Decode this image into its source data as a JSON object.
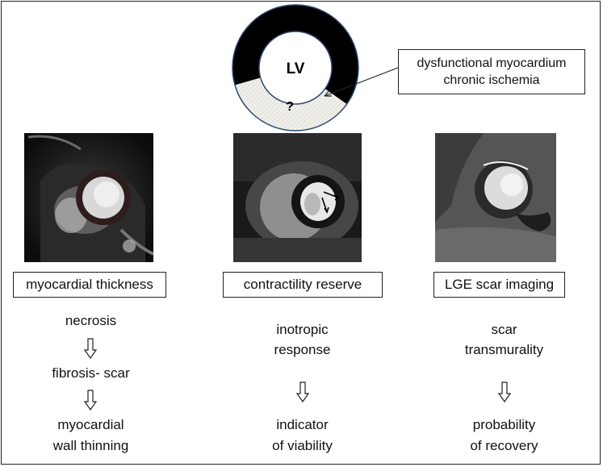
{
  "diagram": {
    "center_label": "LV",
    "segment_label": "?",
    "callout": {
      "line1": "dysfunctional myocardium",
      "line2": "chronic ischemia"
    }
  },
  "columns": [
    {
      "image": "cine-mri-short-axis",
      "box_label": "myocardial thickness",
      "step1": "necrosis",
      "step2": "fibrosis- scar",
      "result_line1": "myocardial",
      "result_line2": "wall thinning"
    },
    {
      "image": "dobutamine-mri-short-axis",
      "box_label": "contractility reserve",
      "step1_line1": "inotropic",
      "step1_line2": "response",
      "result_line1": "indicator",
      "result_line2": "of viability"
    },
    {
      "image": "lge-mri-short-axis",
      "box_label": "LGE scar imaging",
      "step1_line1": "scar",
      "step1_line2": "transmurality",
      "result_line1": "probability",
      "result_line2": "of recovery"
    }
  ],
  "colors": {
    "myocardium": "#000000",
    "dysfunctional_segment": "#f0eee8",
    "outline": "#2f4a73"
  },
  "icons": [
    "down-arrow-icon"
  ]
}
